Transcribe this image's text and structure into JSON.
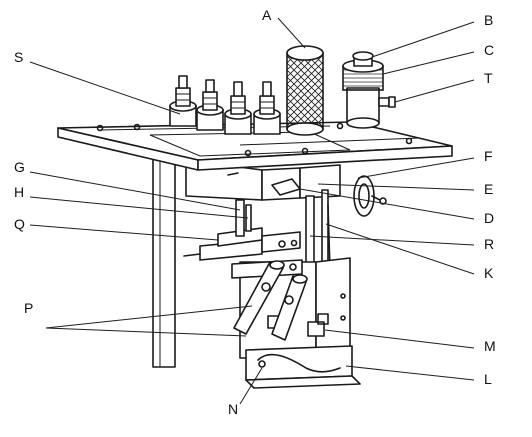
{
  "labels": {
    "A": "A",
    "B": "B",
    "C": "C",
    "T": "T",
    "S": "S",
    "F": "F",
    "G": "G",
    "E": "E",
    "H": "H",
    "D": "D",
    "Q": "Q",
    "R": "R",
    "K": "K",
    "P": "P",
    "M": "M",
    "L": "L",
    "N": "N"
  }
}
